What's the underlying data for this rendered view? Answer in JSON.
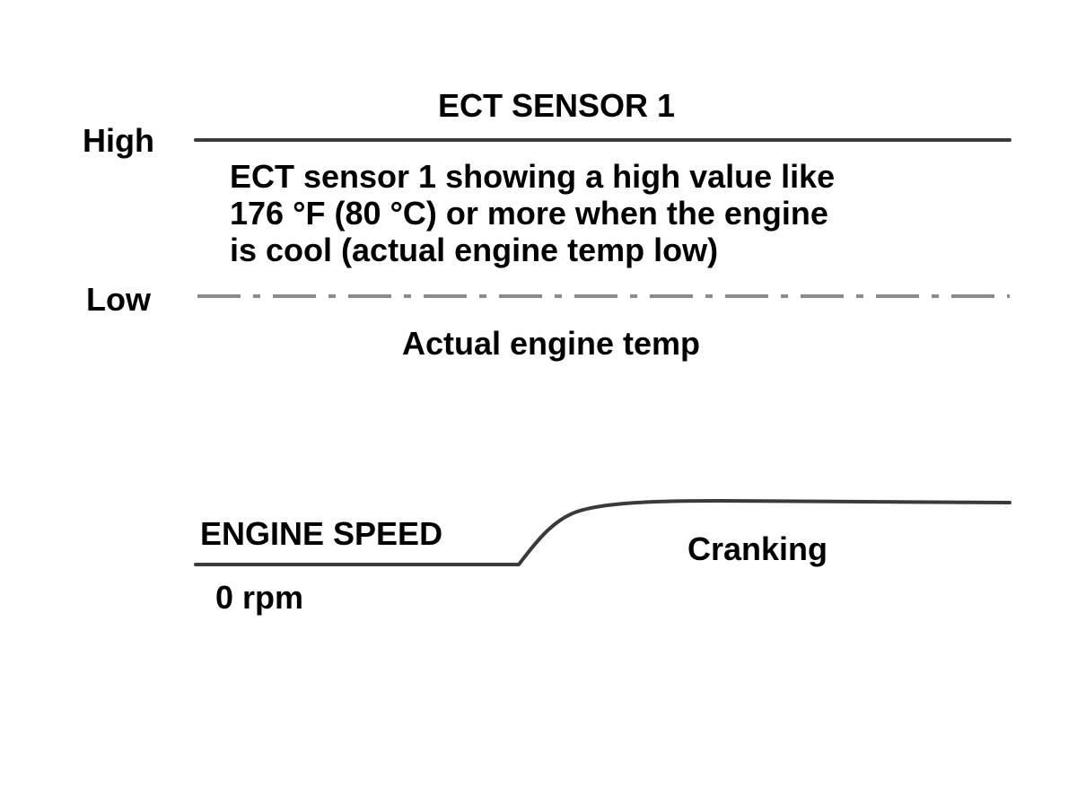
{
  "title": "ECT SENSOR 1",
  "levels": {
    "high": "High",
    "low": "Low"
  },
  "description_lines": [
    "ECT sensor 1 showing a high value like",
    "176 °F (80 °C) or more when the engine",
    "is cool (actual engine temp low)"
  ],
  "actual_label": "Actual engine temp",
  "engine_speed": {
    "label": "ENGINE SPEED",
    "zero": "0 rpm",
    "state": "Cranking"
  },
  "colors": {
    "line": "#3a3a3a",
    "dashed": "#8c8c8c",
    "text": "#000000"
  }
}
